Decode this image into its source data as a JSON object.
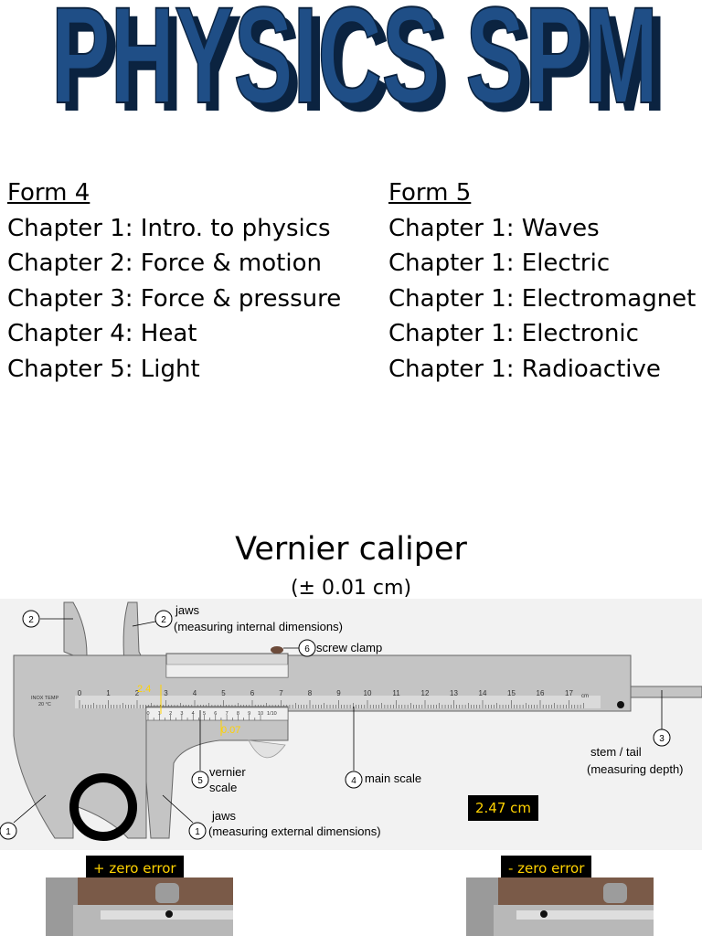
{
  "header": {
    "title": "PHYSICS SPM"
  },
  "form4": {
    "heading": "Form 4",
    "chapters": [
      "Chapter 1: Intro. to physics",
      "Chapter 2: Force & motion",
      "Chapter 3: Force & pressure",
      "Chapter 4: Heat",
      "Chapter 5: Light"
    ]
  },
  "form5": {
    "heading": "Form 5",
    "chapters": [
      "Chapter 1: Waves",
      "Chapter 1: Electric",
      "Chapter 1: Electromagnet",
      "Chapter 1: Electronic",
      "Chapter 1: Radioactive"
    ]
  },
  "vernier": {
    "title": "Vernier caliper",
    "precision": "(± 0.01 cm)",
    "main_scale_numbers": [
      "0",
      "1",
      "2",
      "3",
      "4",
      "5",
      "6",
      "7",
      "8",
      "9",
      "10",
      "11",
      "12",
      "13",
      "14",
      "15",
      "16",
      "17"
    ],
    "main_scale_unit": "cm",
    "vernier_numbers": [
      "0",
      "1",
      "2",
      "3",
      "4",
      "5",
      "6",
      "7",
      "8",
      "9",
      "10"
    ],
    "vernier_fraction": "1/10",
    "inox_label": "INOX TEMP",
    "inox_sub": "20 °C",
    "reading_main": "2.4",
    "reading_vernier": "0.07",
    "result": "2.47 cm",
    "labels": {
      "jaws_internal_line1": "jaws",
      "jaws_internal_line2": "(measuring internal dimensions)",
      "screw_clamp": "screw clamp",
      "vernier_line1": "vernier",
      "vernier_line2": "scale",
      "main_scale": "main scale",
      "stem_line1": "stem / tail",
      "stem_line2": "(measuring depth)",
      "jaws_external_line1": "jaws",
      "jaws_external_line2": "(measuring external dimensions)"
    },
    "markers": {
      "m1": "1",
      "m2": "2",
      "m3": "3",
      "m4": "4",
      "m5": "5",
      "m6": "6"
    }
  },
  "zero_error": {
    "positive": "+ zero error",
    "negative": "- zero error"
  },
  "colors": {
    "title_fill": "#1f4e86",
    "title_stroke": "#0b2340",
    "highlight": "#ffd200",
    "caliper_body": "#c4c4c4"
  }
}
